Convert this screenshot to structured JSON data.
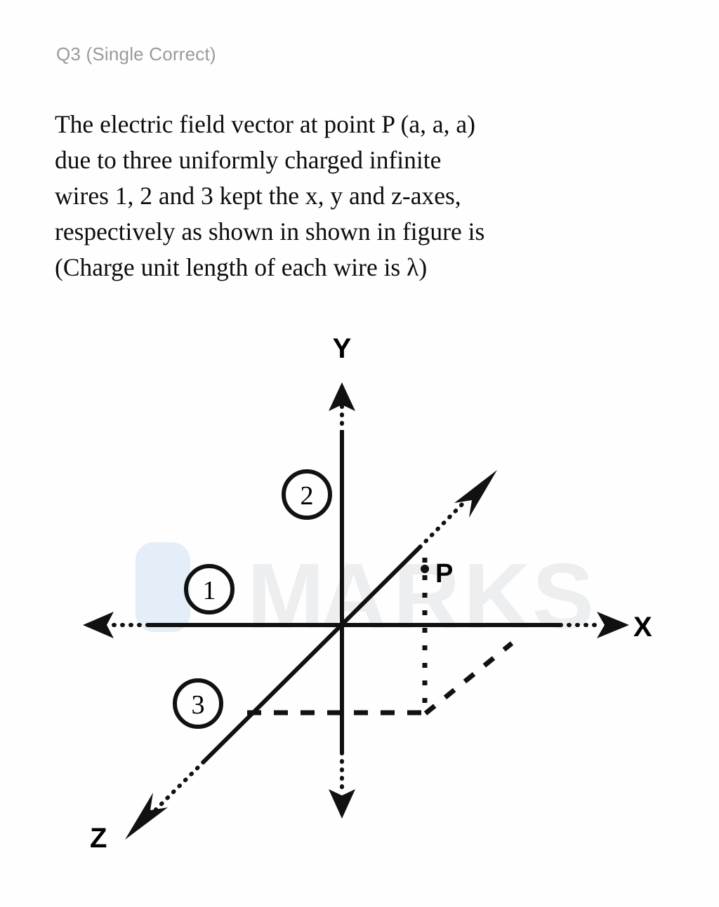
{
  "header": {
    "question_label": "Q3 (Single Correct)"
  },
  "question": {
    "lines": [
      "The electric field vector at point P (a, a, a)",
      "due to three uniformly charged infinite",
      "wires 1, 2 and 3 kept the x, y and z-axes,",
      "respectively as shown in shown in figure is",
      "(Charge unit length of each wire is λ)"
    ]
  },
  "figure": {
    "axis_labels": {
      "x": "X",
      "y": "Y",
      "z": "Z"
    },
    "point_label": "P",
    "wire_labels": {
      "one": "1",
      "two": "2",
      "three": "3"
    },
    "watermark": {
      "text": "MARKS",
      "letters": [
        "M",
        "A",
        "R",
        "K",
        "S"
      ],
      "logo_color": "#e3eef8",
      "text_color": "#eceef0"
    },
    "colors": {
      "stroke": "#111111",
      "header_text": "#9a9a9a",
      "body_text": "#0d0d0d"
    }
  }
}
